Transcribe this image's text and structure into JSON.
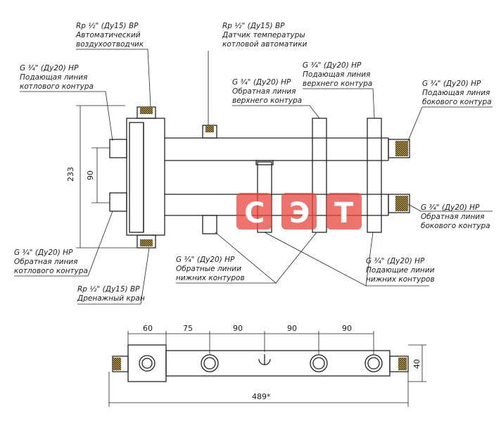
{
  "labels": {
    "air_vent": [
      "Rp ½\" (Ду15) ВР",
      "Автоматический",
      "воздухоотводчик"
    ],
    "temp_sensor": [
      "Rp ½\" (Ду15) ВР",
      "Датчик температуры",
      "котловой автоматики"
    ],
    "boiler_supply": [
      "G ¾\" (Ду20) НР",
      "Подающая линия",
      "котлового контура"
    ],
    "upper_return": [
      "G ¾\" (Ду20) НР",
      "Обратная линия",
      "верхнего контура"
    ],
    "upper_supply": [
      "G ¾\" (Ду20) НР",
      "Подающая линия",
      "верхнего контура"
    ],
    "side_supply": [
      "G ¾\" (Ду20) НР",
      "Подающая линия",
      "бокового контура"
    ],
    "side_return": [
      "G ¾\" (Ду20) НР",
      "Обратная линия",
      "бокового контура"
    ],
    "boiler_return": [
      "G ¾\" (Ду20) НР",
      "Обратная линия",
      "котлового контура"
    ],
    "drain": [
      "Rp ½\" (Ду15) ВР",
      "Дренажный кран"
    ],
    "lower_returns": [
      "G ¾\" (Ду20) НР",
      "Обратные линии",
      "нижних контуров"
    ],
    "lower_supplies": [
      "G ¾\" (Ду20) НР",
      "Подающие линии",
      "нижних контуров"
    ]
  },
  "dimensions": {
    "height_total": "233",
    "spacing": "90",
    "top_60": "60",
    "top_75": "75",
    "top_90a": "90",
    "top_90b": "90",
    "top_90c": "90",
    "depth": "40",
    "length_total": "489*"
  },
  "logo": {
    "letters": [
      "С",
      "Э",
      "Т"
    ],
    "color": "#e8463c"
  }
}
